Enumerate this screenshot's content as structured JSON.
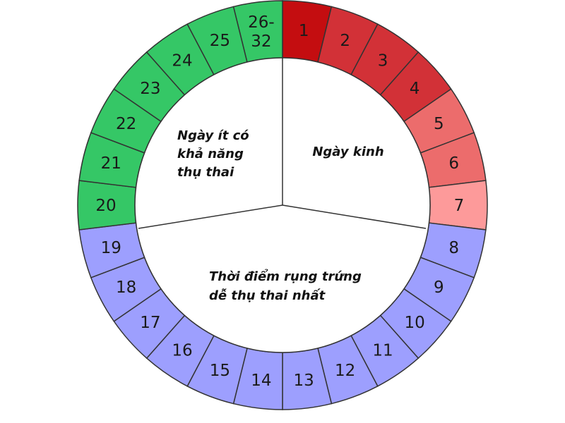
{
  "cycle_segments": [
    {
      "label": "1",
      "color": "#c40d10"
    },
    {
      "label": "2",
      "color": "#d23137"
    },
    {
      "label": "3",
      "color": "#d23137"
    },
    {
      "label": "4",
      "color": "#d23137"
    },
    {
      "label": "5",
      "color": "#ec6c6c"
    },
    {
      "label": "6",
      "color": "#ec6c6c"
    },
    {
      "label": "7",
      "color": "#fd9a9a"
    },
    {
      "label": "8",
      "color": "#9d9ffe"
    },
    {
      "label": "9",
      "color": "#9d9ffe"
    },
    {
      "label": "10",
      "color": "#9d9ffe"
    },
    {
      "label": "11",
      "color": "#9d9ffe"
    },
    {
      "label": "12",
      "color": "#9d9ffe"
    },
    {
      "label": "13",
      "color": "#9d9ffe"
    },
    {
      "label": "14",
      "color": "#9d9ffe"
    },
    {
      "label": "15",
      "color": "#9d9ffe"
    },
    {
      "label": "16",
      "color": "#9d9ffe"
    },
    {
      "label": "17",
      "color": "#9d9ffe"
    },
    {
      "label": "18",
      "color": "#9d9ffe"
    },
    {
      "label": "19",
      "color": "#9d9ffe"
    },
    {
      "label": "20",
      "color": "#35c766"
    },
    {
      "label": "21",
      "color": "#35c766"
    },
    {
      "label": "22",
      "color": "#35c766"
    },
    {
      "label": "23",
      "color": "#35c766"
    },
    {
      "label": "24",
      "color": "#35c766"
    },
    {
      "label": "25",
      "color": "#35c766"
    },
    {
      "label": "26-32",
      "color": "#35c766"
    }
  ],
  "phases": {
    "menstrual": {
      "lines": [
        "Ngày kinh"
      ]
    },
    "infertile": {
      "lines": [
        "Ngày ít có",
        "khả năng",
        "thụ thai"
      ]
    },
    "ovulation": {
      "lines": [
        "Thời điểm rụng trứng",
        "dễ thụ thai nhất"
      ]
    }
  }
}
